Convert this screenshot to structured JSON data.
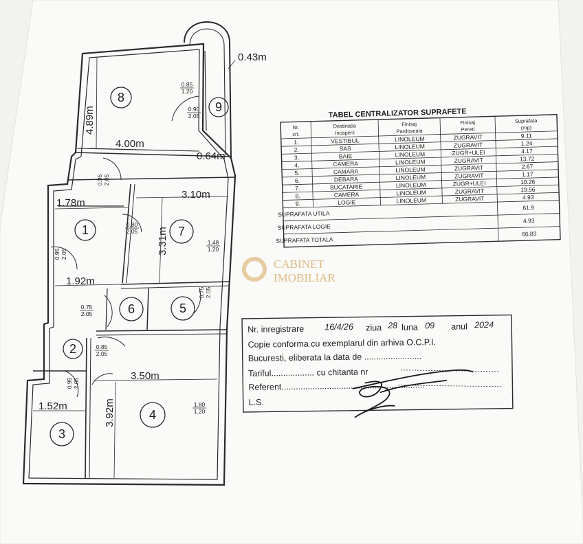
{
  "floor_plan": {
    "rooms": [
      {
        "number": "8"
      },
      {
        "number": "9"
      },
      {
        "number": "7"
      },
      {
        "number": "1"
      },
      {
        "number": "6"
      },
      {
        "number": "5"
      },
      {
        "number": "2"
      },
      {
        "number": "3"
      },
      {
        "number": "4"
      }
    ],
    "dimensions": [
      {
        "text": "0.43m"
      },
      {
        "text": "4.89m"
      },
      {
        "text": "4.00m"
      },
      {
        "text": "0.64m"
      },
      {
        "text": "3.10m"
      },
      {
        "text": "1.78m"
      },
      {
        "text": "3.31m"
      },
      {
        "text": "1.92m"
      },
      {
        "text": "3.50m"
      },
      {
        "text": "3.92m"
      },
      {
        "text": "1.52m"
      }
    ],
    "openings": [
      {
        "w": "0.85",
        "h": "1.20"
      },
      {
        "w": "0.90",
        "h": "2.05"
      },
      {
        "w": "0.95",
        "h": "2.05"
      },
      {
        "w": "0.80",
        "h": "2.05"
      },
      {
        "w": "0.95",
        "h": "2.05"
      },
      {
        "w": "1.48",
        "h": "1.20"
      },
      {
        "w": "0.75",
        "h": "2.05"
      },
      {
        "w": "0.75",
        "h": "2.05"
      },
      {
        "w": "0.85",
        "h": "2.05"
      },
      {
        "w": "0.95",
        "h": "2.05"
      },
      {
        "w": "1.80",
        "h": "1.20"
      }
    ]
  },
  "summary_table": {
    "title": "TABEL CENTRALIZATOR SUPRAFETE",
    "headers": [
      "Nr. crt.",
      "Destinatia Incaperii",
      "Finisaj Pardoseala",
      "Finisaj Pereti",
      "Suprafata (mp)"
    ],
    "rows": [
      [
        "1.",
        "VESTIBUL",
        "LINOLEUM",
        "ZUGRAVIT",
        "9.11"
      ],
      [
        "2.",
        "SAS",
        "LINOLEUM",
        "ZUGRAVIT",
        "1.24"
      ],
      [
        "3.",
        "BAIE",
        "LINOLEUM",
        "ZUGR+ULEI",
        "4.17"
      ],
      [
        "4.",
        "CAMERA",
        "LINOLEUM",
        "ZUGRAVIT",
        "13.72"
      ],
      [
        "5.",
        "CAMARA",
        "LINOLEUM",
        "ZUGRAVIT",
        "2.67"
      ],
      [
        "6.",
        "DEBARA",
        "LINOLEUM",
        "ZUGRAVIT",
        "1.17"
      ],
      [
        "7.",
        "BUCATARIE",
        "LINOLEUM",
        "ZUGR+ULEI",
        "10.26"
      ],
      [
        "8.",
        "CAMERA",
        "LINOLEUM",
        "ZUGRAVIT",
        "19.56"
      ],
      [
        "9.",
        "LOGIE",
        "LINOLEUM",
        "ZUGRAVIT",
        "4.93"
      ]
    ],
    "totals": [
      {
        "label": "SUPRAFATA UTILA",
        "value": "61.9"
      },
      {
        "label": "SUPRAFATA LOGIE",
        "value": "4.93"
      },
      {
        "label": "SUPRAFATA TOTALA",
        "value": "66.83"
      }
    ]
  },
  "stamp": {
    "line1_prefix": "Nr. inregistrare",
    "line1_filled": "16/4/26",
    "line1_zi": "ziua",
    "line1_day": "28",
    "line1_luna": "luna",
    "line1_month": "09",
    "line1_anul": "anul",
    "line1_year": "2024",
    "line2": "Copie conforma cu exemplarul din arhiva O.C.P.I.",
    "line3": "Bucuresti, eliberata la data de ........................",
    "line4_prefix": "Tariful.................. cu chitanta nr",
    "line5": "Referent............................................................",
    "line6": "L.S."
  },
  "watermark": {
    "line1": "CABINET",
    "line2": "IMOBILIAR"
  }
}
